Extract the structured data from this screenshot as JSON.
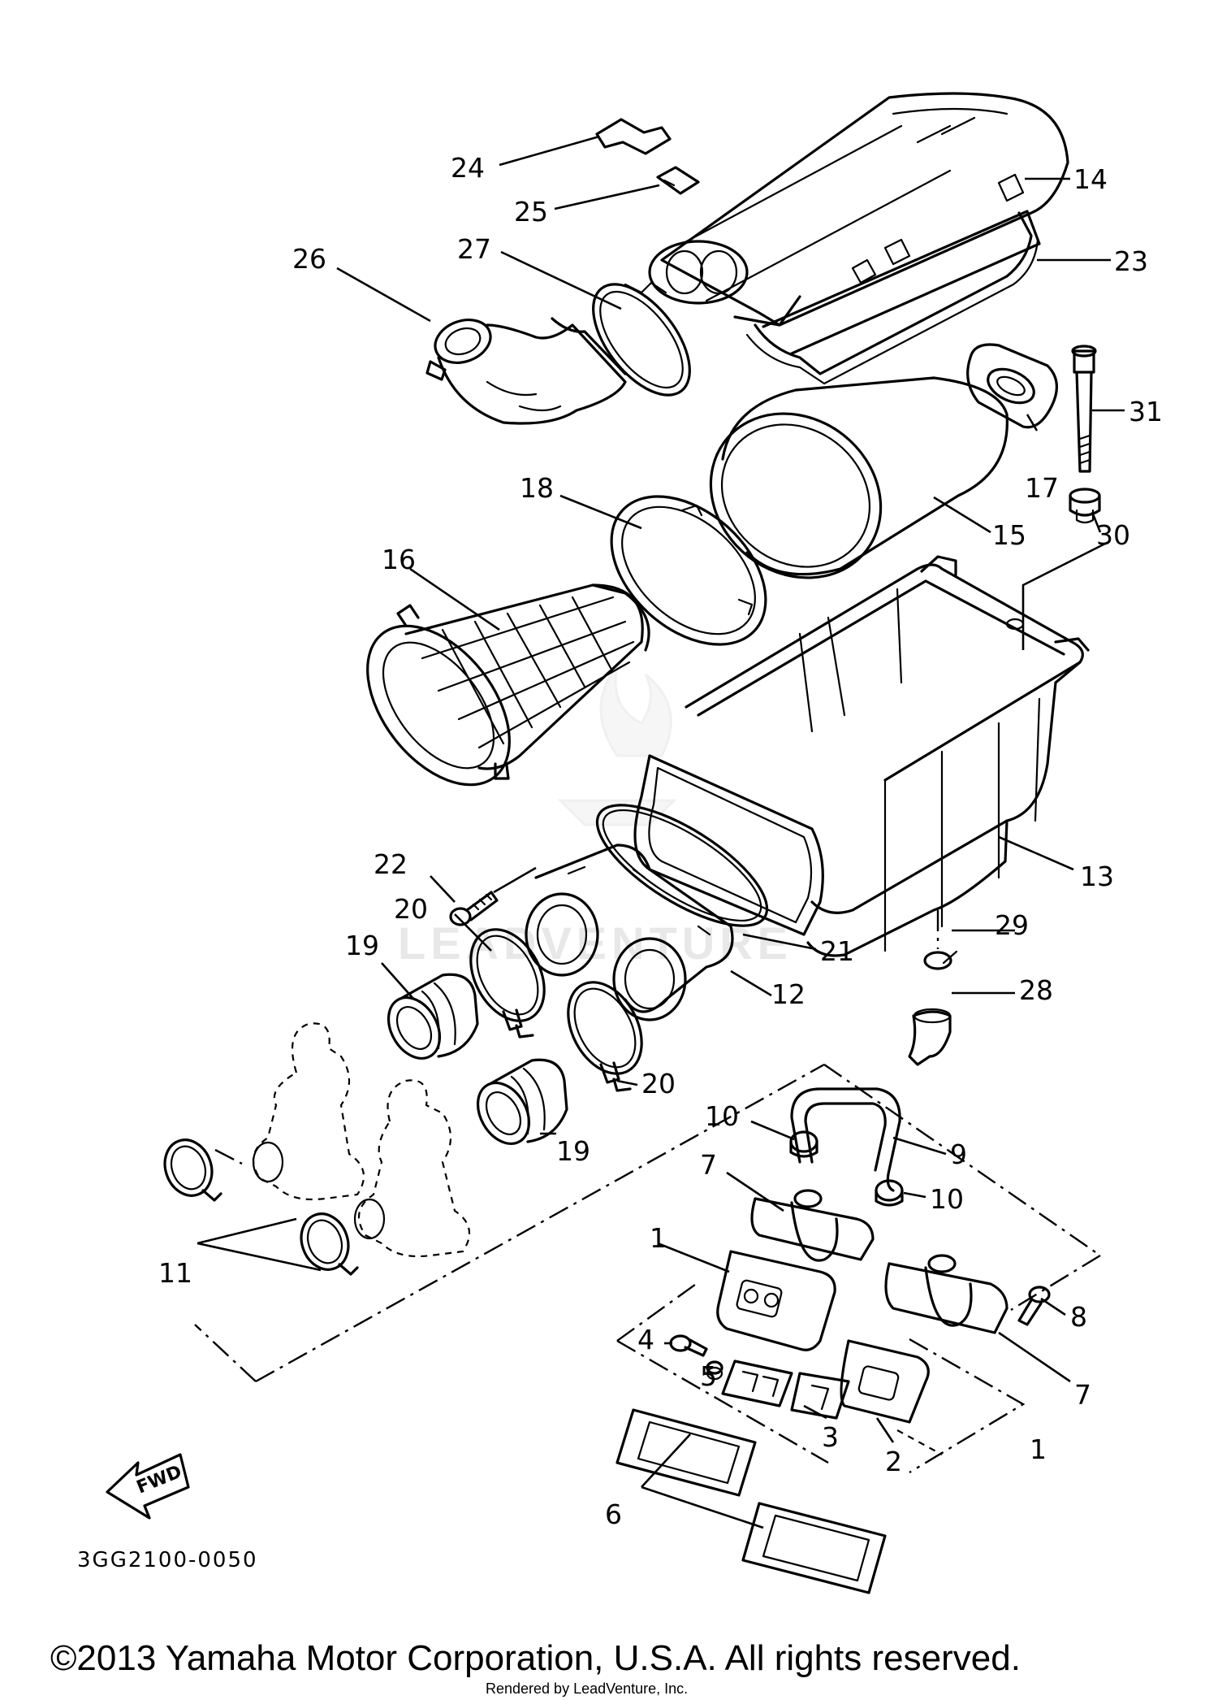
{
  "diagram_code": "3GG2100-0050",
  "copyright": "©2013 Yamaha Motor Corporation, U.S.A. All rights reserved.",
  "rendered_by": "Rendered by LeadVenture, Inc.",
  "watermark": "LEADVENTURE",
  "direction_label": "FWD",
  "callouts": {
    "c1a": "1",
    "c1b": "1",
    "c2": "2",
    "c3": "3",
    "c4": "4",
    "c5": "5",
    "c6": "6",
    "c7a": "7",
    "c7b": "7",
    "c8": "8",
    "c9": "9",
    "c10a": "10",
    "c10b": "10",
    "c11": "11",
    "c12": "12",
    "c13": "13",
    "c14": "14",
    "c15": "15",
    "c16": "16",
    "c17": "17",
    "c18": "18",
    "c19a": "19",
    "c19b": "19",
    "c20a": "20",
    "c20b": "20",
    "c21": "21",
    "c22": "22",
    "c23": "23",
    "c24": "24",
    "c25": "25",
    "c26": "26",
    "c27": "27",
    "c28": "28",
    "c29": "29",
    "c30": "30",
    "c31": "31"
  }
}
